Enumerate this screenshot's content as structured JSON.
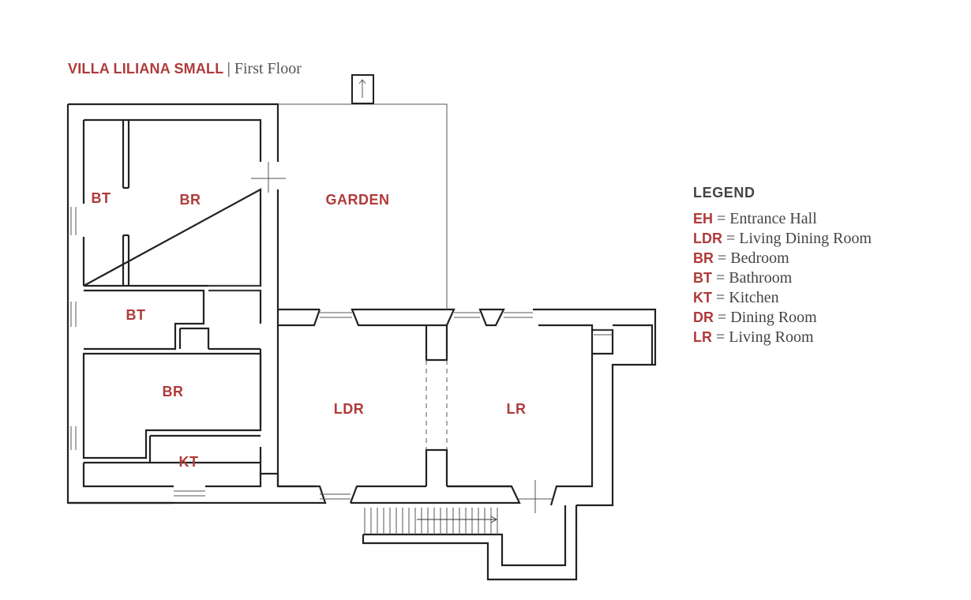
{
  "title": {
    "project": "VILLA LILIANA SMALL",
    "separator": "|",
    "floor": "First Floor"
  },
  "rooms": {
    "bt_top": "BT",
    "br_top": "BR",
    "garden": "GARDEN",
    "bt_mid": "BT",
    "br_bottom": "BR",
    "kt": "KT",
    "ldr": "LDR",
    "lr": "LR"
  },
  "legend": {
    "title": "LEGEND",
    "items": [
      {
        "code": "EH",
        "eq": "=",
        "label": "Entrance Hall"
      },
      {
        "code": "LDR",
        "eq": "=",
        "label": "Living Dining Room"
      },
      {
        "code": "BR",
        "eq": "=",
        "label": "Bedroom"
      },
      {
        "code": "BT",
        "eq": "=",
        "label": "Bathroom"
      },
      {
        "code": "KT",
        "eq": "=",
        "label": "Kitchen"
      },
      {
        "code": "DR",
        "eq": "=",
        "label": "Dining Room"
      },
      {
        "code": "LR",
        "eq": "=",
        "label": "Living Room"
      }
    ]
  },
  "colors": {
    "accent": "#b03a3a",
    "wall": "#222222",
    "text": "#444444"
  }
}
